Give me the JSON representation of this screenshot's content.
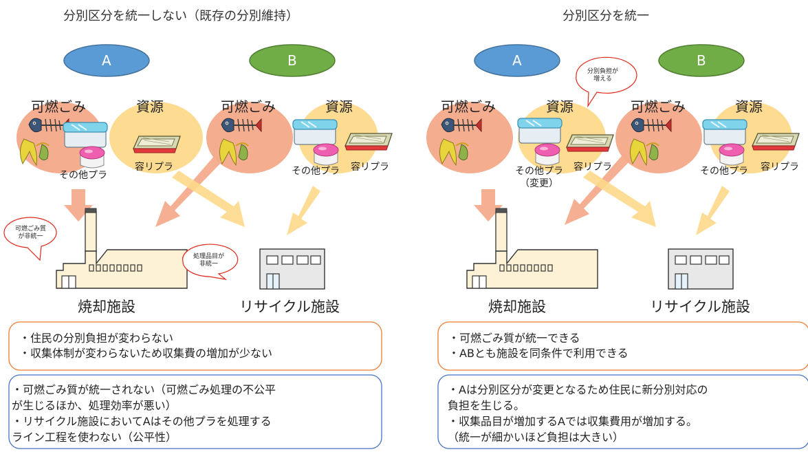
{
  "left": {
    "title": "分別区分を統一しない（既存の分別維持）",
    "groups": {
      "a": "A",
      "b": "B"
    },
    "categories": {
      "a_burnable": "可燃ごみ",
      "a_resource": "資源",
      "b_burnable": "可燃ごみ",
      "b_resource": "資源"
    },
    "items": {
      "a_other_plastic": "その他プラ",
      "a_container_plastic": "容リプラ",
      "b_other_plastic": "その他プラ",
      "b_container_plastic": "容リプラ"
    },
    "callouts": {
      "incinerator_line1": "可燃ごみ質",
      "incinerator_line2": "が非統一",
      "recycling_line1": "処理品目が",
      "recycling_line2": "非統一"
    },
    "facilities": {
      "incinerator": "焼却施設",
      "recycling": "リサイクル施設"
    },
    "merits": [
      "・住民の分別負担が変わらない",
      "・収集体制が変わらないため収集費の増加が少ない"
    ],
    "demerits": [
      "・可燃ごみ質が統一されない（可燃ごみ処理の不公平",
      "が生じるほか、処理効率が悪い）",
      "・リサイクル施設においてAはその他プラを処理する",
      "ライン工程を使わない（公平性）"
    ]
  },
  "right": {
    "title": "分別区分を統一",
    "groups": {
      "a": "A",
      "b": "B"
    },
    "categories": {
      "a_burnable": "可燃ごみ",
      "a_resource": "資源",
      "b_burnable": "可燃ごみ",
      "b_resource": "資源"
    },
    "items": {
      "a_other_plastic": "その他プラ",
      "a_other_plastic_note": "（変更）",
      "a_container_plastic": "容リプラ",
      "b_other_plastic": "その他プラ",
      "b_container_plastic": "容リプラ"
    },
    "callouts": {
      "burden_line1": "分別負担が",
      "burden_line2": "増える"
    },
    "facilities": {
      "incinerator": "焼却施設",
      "recycling": "リサイクル施設"
    },
    "merits": [
      "・可燃ごみ質が統一できる",
      "・ABとも施設を同条件で利用できる"
    ],
    "demerits": [
      "・Aは分別区分が変更となるため住民に新分別対応の",
      "負担を生じる。",
      "・収集品目が増加するAでは収集費用が増加する。",
      "（統一が細かいほど負担は大きい）"
    ]
  },
  "colors": {
    "group_a": "#5b9bd5",
    "group_b": "#70ad47",
    "burnable_bg": "#f4a98a",
    "resource_bg": "#fdd98a",
    "arrow_orange": "#f4a98a",
    "arrow_yellow": "#fdd98a",
    "merit_border": "#ed7d31",
    "demerit_border": "#4472c4",
    "callout_border": "#e0281b",
    "incinerator_fill": "#fdf1d6",
    "recycling_fill": "#e8e8e8"
  },
  "icons": [
    "fish-bone-icon",
    "banana-peel-icon",
    "plastic-container-icon",
    "plastic-tray-icon",
    "factory-icon",
    "recycling-building-icon"
  ]
}
